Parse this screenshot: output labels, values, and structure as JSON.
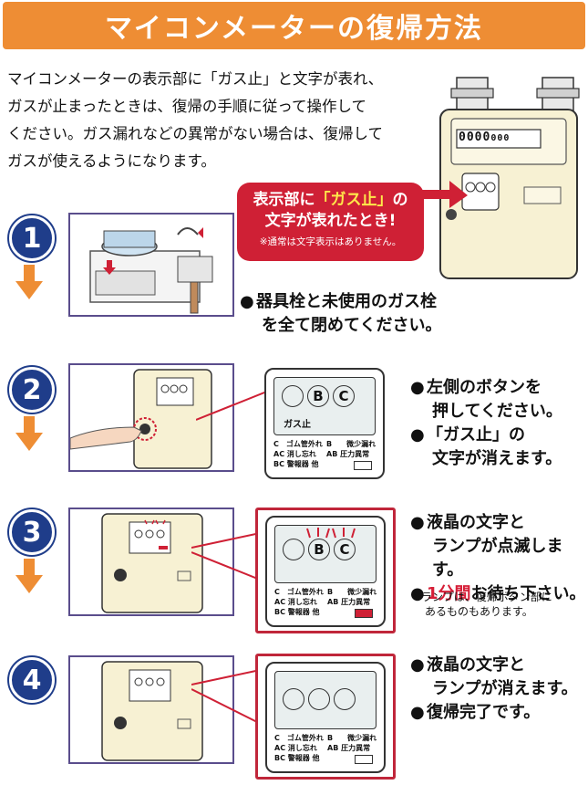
{
  "title": "マイコンメーターの復帰方法",
  "intro": [
    "マイコンメーターの表示部に「ガス止」と文字が表れ、",
    "ガスが止まったときは、復帰の手順に従って操作して",
    "ください。ガス漏れなどの異常がない場合は、復帰して",
    "ガスが使えるようになります。"
  ],
  "meter": {
    "counter": "0000",
    "counter_small": "000"
  },
  "callout": {
    "line1_pre": "表示部に",
    "line1_hl": "「ガス止」",
    "line1_post": "の",
    "line2": "文字が表れたとき!",
    "note": "※通常は文字表示はありません。"
  },
  "steps": [
    {
      "number": "1",
      "bullets": [
        "器具栓と未使用のガス栓",
        "を全て閉めてください。"
      ]
    },
    {
      "number": "2",
      "bullets": [
        "左側のボタンを",
        "押してください。",
        "「ガス止」の",
        "文字が消えます。"
      ]
    },
    {
      "number": "3",
      "bullets": [
        "液晶の文字と",
        "ランプが点滅します。",
        "1分間",
        "お待ち下さい。"
      ],
      "note": [
        "※ランプは、復帰ボタン部に",
        "あるものもあります。"
      ]
    },
    {
      "number": "4",
      "bullets": [
        "液晶の文字と",
        "ランプが消えます。",
        "復帰完了です。"
      ]
    }
  ],
  "display": {
    "b": "B",
    "c": "C",
    "gas_stop": "ガス止",
    "labels_left": [
      "C　ゴム管外れ",
      "AC 消し忘れ",
      "BC 警報器 他"
    ],
    "labels_right": [
      "B　　微少漏れ",
      "AB 圧力異常"
    ]
  },
  "bullet_mark": "●",
  "colors": {
    "orange": "#ee8d34",
    "navy": "#1f3d8a",
    "red": "#cf2035",
    "cream": "#f7f1d3"
  }
}
